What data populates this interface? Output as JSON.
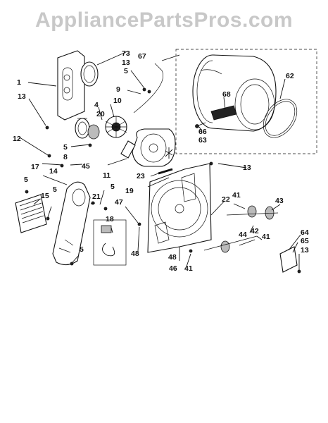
{
  "watermark": "AppliancePartsPros.com",
  "diagram": {
    "labels": {
      "l1": "1",
      "l4": "4",
      "l5a": "5",
      "l5b": "5",
      "l5c": "5",
      "l5d": "5",
      "l5e": "5",
      "l5f": "5",
      "l8": "8",
      "l9": "9",
      "l10": "10",
      "l11": "11",
      "l12": "12",
      "l13a": "13",
      "l13b": "13",
      "l13c": "13",
      "l13d": "13",
      "l14": "14",
      "l15": "15",
      "l17": "17",
      "l18": "18",
      "l19": "19",
      "l20": "20",
      "l21": "21",
      "l22": "22",
      "l23": "23",
      "l41a": "41",
      "l41b": "41",
      "l41c": "41",
      "l42": "42",
      "l43": "43",
      "l44": "44",
      "l45": "45",
      "l46": "46",
      "l47": "47",
      "l48a": "48",
      "l48b": "48",
      "l62": "62",
      "l63": "63",
      "l64": "64",
      "l65": "65",
      "l66": "66",
      "l67": "67",
      "l68": "68",
      "l73": "73"
    }
  }
}
